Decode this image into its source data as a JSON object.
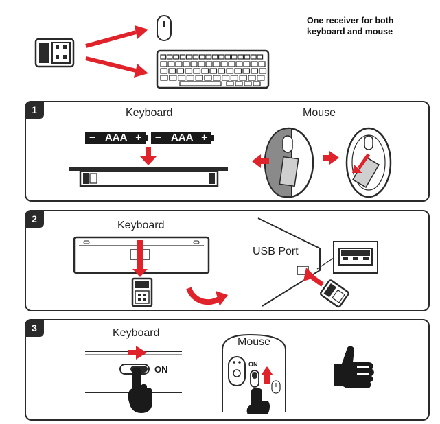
{
  "header": {
    "info_line1": "One receiver for both",
    "info_line2": "keyboard and mouse"
  },
  "step1": {
    "number": "1",
    "keyboard_label": "Keyboard",
    "mouse_label": "Mouse",
    "battery1": {
      "minus": "−",
      "text": "AAA",
      "plus": "+"
    },
    "battery2": {
      "minus": "−",
      "text": "AAA",
      "plus": "+"
    }
  },
  "step2": {
    "number": "2",
    "keyboard_label": "Keyboard",
    "usb_port_label": "USB Port"
  },
  "step3": {
    "number": "3",
    "keyboard_label": "Keyboard",
    "mouse_label": "Mouse",
    "keyboard_on": "ON",
    "mouse_on": "ON"
  },
  "colors": {
    "arrow": "#e0222a",
    "outline": "#2a2a2a",
    "dark": "#1a1a1a",
    "grey": "#8a8a8a"
  },
  "icons": [
    "usb-receiver-icon",
    "mouse-icon",
    "keyboard-icon",
    "battery-icon",
    "hand-pointer-icon",
    "thumbs-up-icon",
    "usb-port-icon",
    "red-arrow-icon"
  ]
}
